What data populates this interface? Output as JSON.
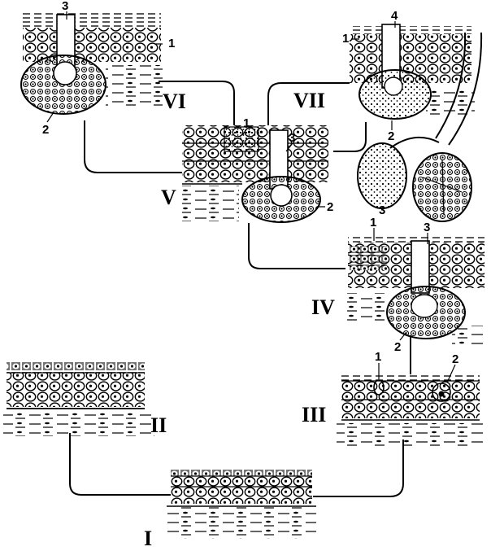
{
  "stages": [
    {
      "id": "I",
      "label": "I"
    },
    {
      "id": "II",
      "label": "II"
    },
    {
      "id": "III",
      "label": "III"
    },
    {
      "id": "IV",
      "label": "IV"
    },
    {
      "id": "V",
      "label": "V"
    },
    {
      "id": "VI",
      "label": "VI"
    },
    {
      "id": "VII",
      "label": "VII"
    }
  ],
  "callouts": {
    "vi": [
      "3",
      "1",
      "2"
    ],
    "vii": [
      "4",
      "1",
      "2",
      "3"
    ],
    "v": [
      "1",
      "3",
      "2"
    ],
    "iv": [
      "1",
      "3",
      "2"
    ],
    "iii": [
      "1",
      "2"
    ]
  },
  "colors": {
    "ink": "#000000",
    "paper": "#ffffff"
  }
}
